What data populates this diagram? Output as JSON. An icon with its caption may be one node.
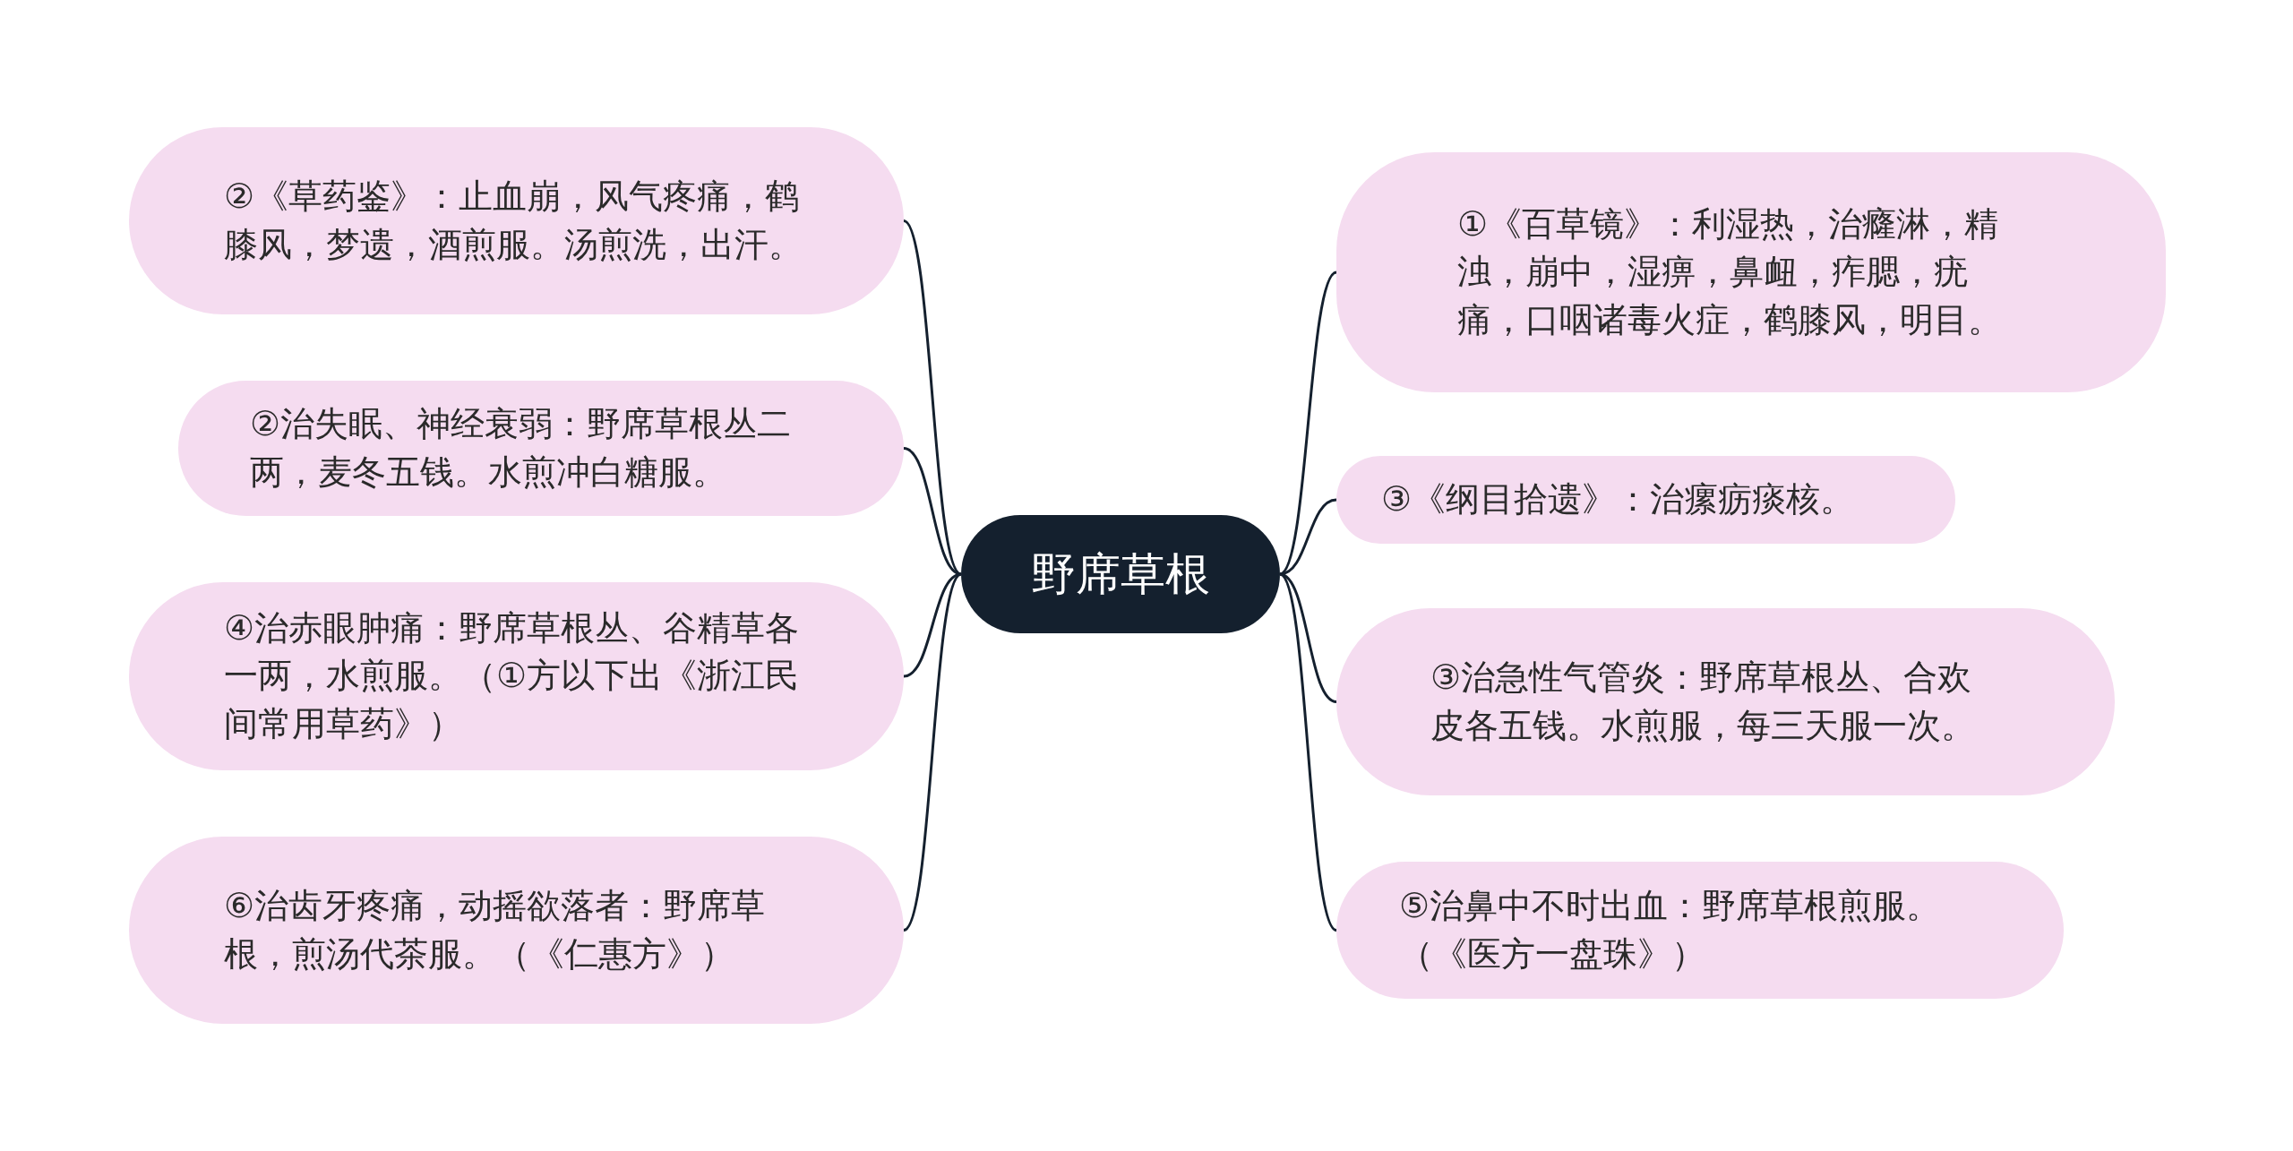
{
  "diagram": {
    "nodes": [
      {
        "text": [
          "野席草根"
        ]
      },
      {
        "text": [
          "②《草药鉴》：止血崩，风气疼痛，鹤膝风，梦遗，酒煎服。汤煎洗，出汗。"
        ]
      },
      {
        "text": [
          "②治失眠、神经衰弱：野席草根丛二两，麦冬五钱。水煎冲白糖服。"
        ]
      },
      {
        "text": [
          "④治赤眼肿痛：野席草根丛、谷精草各一两，水煎服。（①方以下出《浙江民间常用草药》）"
        ]
      },
      {
        "text": [
          "⑥治齿牙疼痛，动摇欲落者：野席草根，煎汤代茶服。（《仁惠方》）"
        ]
      },
      {
        "text": [
          "①《百草镜》：利湿热，治癃淋，精浊，崩中，湿痹，鼻衄，痄腮，疣痛，口咽诸毒火症，鹤膝风，明目。"
        ]
      },
      {
        "text": [
          "③《纲目拾遗》：治瘰疬痰核。"
        ]
      },
      {
        "text": [
          "③治急性气管炎：野席草根丛、合欢皮各五钱。水煎服，每三天服一次。"
        ]
      },
      {
        "text": [
          "⑤治鼻中不时出血：野席草根煎服。（《医方一盘珠》）"
        ]
      }
    ],
    "edges": [
      {
        "from": 0,
        "to": 1,
        "arrow": "none"
      },
      {
        "from": 0,
        "to": 2,
        "arrow": "none"
      },
      {
        "from": 0,
        "to": 3,
        "arrow": "none"
      },
      {
        "from": 0,
        "to": 4,
        "arrow": "none"
      },
      {
        "from": 0,
        "to": 5,
        "arrow": "none"
      },
      {
        "from": 0,
        "to": 6,
        "arrow": "none"
      },
      {
        "from": 0,
        "to": 7,
        "arrow": "none"
      },
      {
        "from": 0,
        "to": 8,
        "arrow": "none"
      }
    ]
  }
}
